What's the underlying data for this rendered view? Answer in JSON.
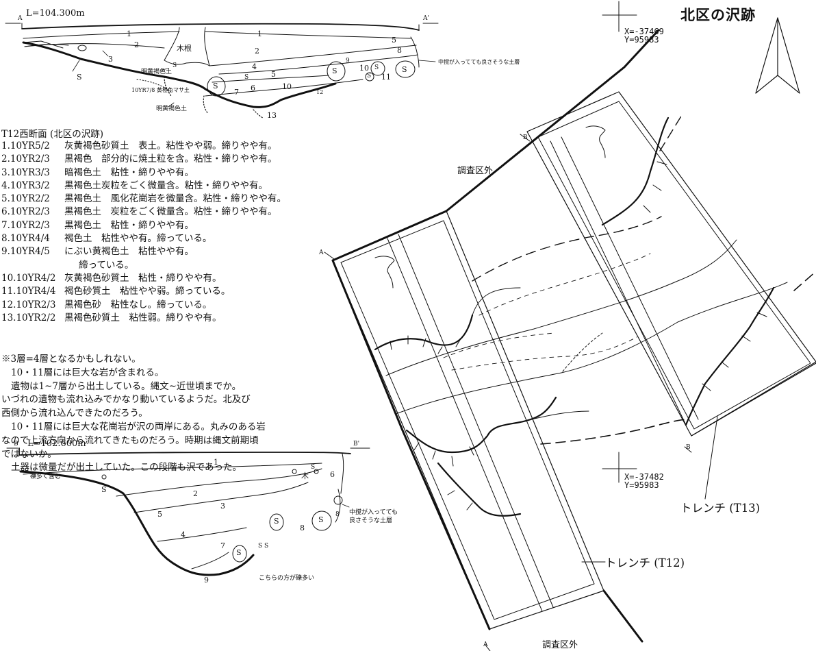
{
  "map": {
    "title": "北区の沢跡",
    "coord_top": {
      "x": "X=-37469",
      "y": "Y=95983"
    },
    "coord_bottom": {
      "x": "X=-37482",
      "y": "Y=95983"
    },
    "outside_top": "調査区外",
    "outside_bottom": "調査区外",
    "trench_t13": "トレンチ (T13)",
    "trench_t12": "トレンチ (T12)",
    "marker_b": "B",
    "marker_a": "A",
    "marker_b_prime": "B'"
  },
  "section_a": {
    "level": "L=104.300m",
    "left_marker": "A",
    "right_marker": "A'",
    "tree_root": "木根",
    "label_bright_brown_1": "明黄褐色土",
    "label_masa": "10YR7/8 黄橙色マサ土",
    "label_bright_brown_2": "明黄褐色土",
    "label_intrusion": "中撹が入ってても良さそうな土層",
    "layers": [
      "1",
      "2",
      "3",
      "4",
      "5",
      "6",
      "7",
      "8",
      "9",
      "10",
      "11",
      "12",
      "13"
    ],
    "stone": "S"
  },
  "legend": {
    "title": "T12西断面 (北区の沢跡)",
    "rows": [
      {
        "code": " 1.10YR5/2",
        "desc": "灰黄褐色砂質土　表土。粘性やや弱。締りやや有。"
      },
      {
        "code": " 2.10YR2/3",
        "desc": "黒褐色　部分的に焼土粒を含。粘性・締りやや有。"
      },
      {
        "code": " 3.10YR3/3",
        "desc": "暗褐色土　粘性・締りやや有。"
      },
      {
        "code": " 4.10YR3/2",
        "desc": "黒褐色土炭粒をごく微量含。粘性・締りやや有。"
      },
      {
        "code": " 5.10YR2/2",
        "desc": "黒褐色土　風化花崗岩を微量含。粘性・締りやや有。"
      },
      {
        "code": " 6.10YR2/3",
        "desc": "黒褐色土　炭粒をごく微量含。粘性・締りやや有。"
      },
      {
        "code": " 7.10YR2/3",
        "desc": "黒褐色土　粘性・締りやや有。"
      },
      {
        "code": " 8.10YR4/4",
        "desc": "褐色土　粘性やや有。締っている。"
      },
      {
        "code": " 9.10YR4/5",
        "desc": "にぶい黄褐色土　粘性やや有。"
      },
      {
        "code": "",
        "desc": "締っている。"
      },
      {
        "code": "10.10YR4/2",
        "desc": "灰黄褐色砂質土　粘性・締りやや有。"
      },
      {
        "code": "11.10YR4/4",
        "desc": "褐色砂質土　粘性やや弱。締っている。"
      },
      {
        "code": "12.10YR2/3",
        "desc": "黒褐色砂　粘性なし。締っている。"
      },
      {
        "code": "13.10YR2/2",
        "desc": "黒褐色砂質土　粘性弱。締りやや有。"
      }
    ]
  },
  "notes": [
    "※3層=4層となるかもしれない。",
    "10・11層には巨大な岩が含まれる。",
    "遺物は1~7層から出土している。縄文~近世頃までか。",
    "いづれの遺物も流れ込みでかなり動いているようだ。北及び",
    "西側から流れ込んできたのだろう。",
    "10・11層には巨大な花崗岩が沢の両岸にある。丸みのある岩",
    "なので上流方向から流れてきたものだろう。時期は縄文前期頃",
    "ではないか。",
    "土器は微量だが出土していた。この段階も沢であった。"
  ],
  "section_b": {
    "level": "L=102.600m",
    "left_marker": "B",
    "right_marker": "B'",
    "gravel_note": "礫多く含む",
    "wood": "木",
    "label_intrusion_1": "中撹が入ってても",
    "label_intrusion_2": "良さそうな土層",
    "gravel_more": "こちらの方が礫多い",
    "layers": [
      "1",
      "2",
      "3",
      "4",
      "5",
      "6",
      "7",
      "8",
      "9"
    ],
    "stone": "S"
  }
}
